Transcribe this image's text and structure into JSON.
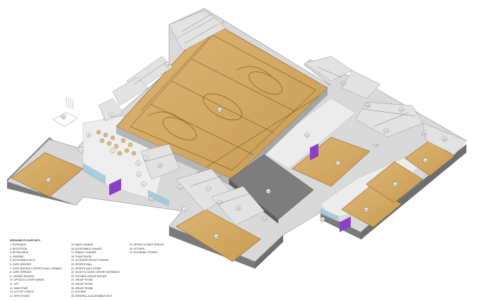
{
  "key": {
    "title": "GROUND FLOOR KEY:",
    "columns": [
      [
        "1. ENTRANCE",
        "2. RECEPTION",
        "3. RETAIL AREA",
        "4. VENDING",
        "5. ACCESSIBLE WC'S",
        "6. CAFE SERVERY",
        "7. CAFE SEATING & SPORTS HALL VIEWING",
        "8. CAFE TERRACE",
        "9. LOUNGE SEATING",
        "10. OFFICES & STAFF AREAS",
        "11. LIFT",
        "12. MAIN STAIR",
        "13. ACTIVITY SPACE",
        "14. SPIN STUDIO"
      ],
      [
        "15. MALE CHANGE",
        "16. ACCESSIBLE CHANGE",
        "17. FEMALE CHANGE",
        "18. PLANT ROOM",
        "19. OUTDOOR GROUP CHANGE",
        "20. SPORTS HALL",
        "21. SPORTS HALL STORE",
        "22. SCOUT & GUIDE CENTRE ENTRANCE",
        "23. FLEXIBLE GROUP ROOMS",
        "24. GROUP ROOM",
        "25. GROUP ROOM",
        "26. GROUP ROOM",
        "27. KITCHEN",
        "28. GENERAL & ACCESSIBLE WC'S"
      ],
      [
        "29. OFFICE & STAFF SPACES",
        "30. KITCHEN",
        "31. EXTERNAL STORES"
      ]
    ]
  },
  "room_tags": [
    {
      "id": "20",
      "label": "20"
    },
    {
      "id": "21",
      "label": "21"
    },
    {
      "id": "18",
      "label": "18"
    },
    {
      "id": "13",
      "label": "13"
    },
    {
      "id": "14",
      "label": "14"
    },
    {
      "id": "23a",
      "label": "23"
    },
    {
      "id": "23b",
      "label": "23"
    },
    {
      "id": "23c",
      "label": "23"
    },
    {
      "id": "23d",
      "label": "23"
    },
    {
      "id": "24",
      "label": "24"
    },
    {
      "id": "10a",
      "label": "10"
    },
    {
      "id": "10b",
      "label": "10"
    },
    {
      "id": "31",
      "label": "31"
    },
    {
      "id": "30",
      "label": "30"
    },
    {
      "id": "29",
      "label": "29"
    },
    {
      "id": "28",
      "label": "28"
    },
    {
      "id": "27",
      "label": "27"
    },
    {
      "id": "22",
      "label": "22"
    },
    {
      "id": "19",
      "label": "19"
    },
    {
      "id": "17",
      "label": "17"
    },
    {
      "id": "16",
      "label": "16"
    },
    {
      "id": "15",
      "label": "15"
    },
    {
      "id": "12",
      "label": "12"
    },
    {
      "id": "11",
      "label": "11"
    },
    {
      "id": "9",
      "label": "9"
    },
    {
      "id": "8",
      "label": "8"
    },
    {
      "id": "7",
      "label": "7"
    },
    {
      "id": "6",
      "label": "6"
    },
    {
      "id": "5",
      "label": "5"
    },
    {
      "id": "4",
      "label": "4"
    },
    {
      "id": "3",
      "label": "3"
    },
    {
      "id": "2",
      "label": "2"
    },
    {
      "id": "1",
      "label": "1"
    },
    {
      "id": "26",
      "label": "26"
    },
    {
      "id": "25",
      "label": "25"
    }
  ],
  "colors": {
    "timber_floor": "#d2a964",
    "timber_floor_dark": "#b88f4a",
    "wall_top": "#d8d8d8",
    "wall_side": "#8e8e8e",
    "corridor_floor": "#eeeeee",
    "plant_floor": "#7d7d7d",
    "accent_purple": "#8a3fc8",
    "glazing": "#9fc6d6"
  }
}
